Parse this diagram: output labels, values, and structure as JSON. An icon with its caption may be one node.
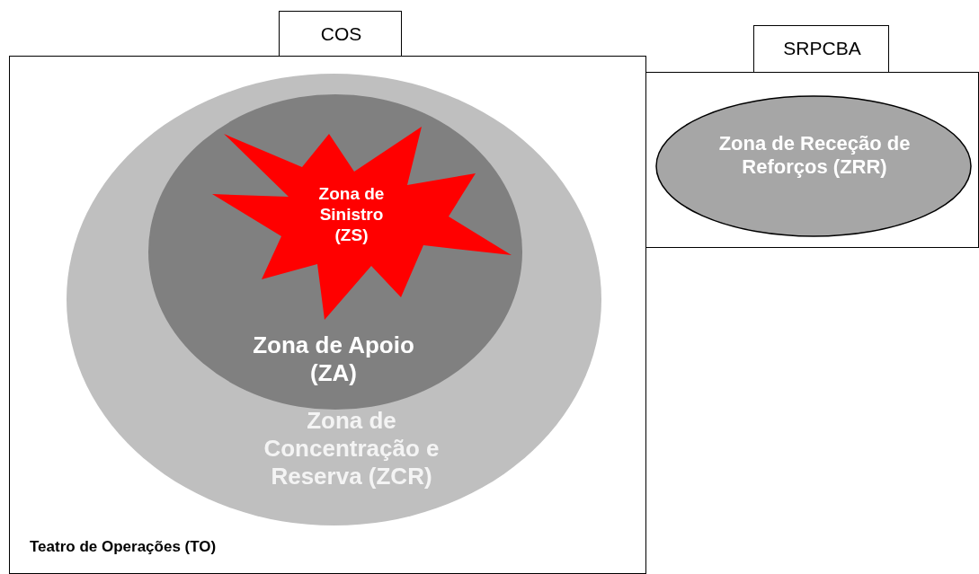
{
  "diagram": {
    "nodes": [
      {
        "text": [
          "Teatro de Operações (TO)"
        ]
      },
      {
        "text": [
          "COS"
        ]
      },
      {
        "text": [
          "Zona de Concentração e Reserva (ZCR)"
        ],
        "in": 0
      },
      {
        "text": [
          "Zona de Apoio (ZA)"
        ],
        "in": 2
      },
      {
        "text": [
          "Zona de Sinistro (ZS)"
        ],
        "in": 3
      },
      {
        "text": [
          "SRPCBA"
        ]
      },
      {
        "text": [],
        "shape": "box"
      },
      {
        "text": [
          "Zona de Receção de Reforços (ZRR)"
        ],
        "in": 6
      }
    ]
  }
}
